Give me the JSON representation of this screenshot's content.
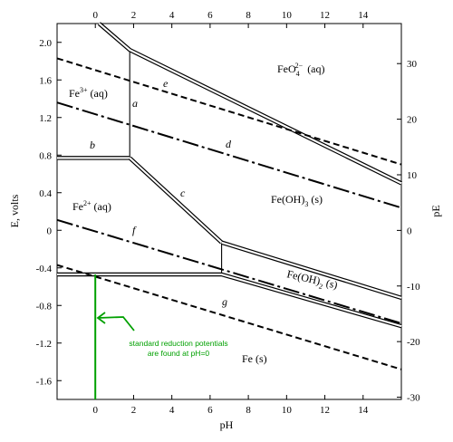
{
  "chart_data": {
    "type": "line",
    "xlabel": "pH",
    "ylabel": "E, volts",
    "y2label": "pE",
    "xlim": [
      -2,
      16
    ],
    "ylim": [
      -1.8,
      2.2
    ],
    "y2lim": [
      -30.4,
      37.2
    ],
    "x_ticks": [
      0,
      2,
      4,
      6,
      8,
      10,
      12,
      14
    ],
    "y_ticks": [
      2.0,
      1.6,
      1.2,
      0.8,
      0.4,
      0,
      -0.4,
      -0.8,
      -1.2,
      -1.6
    ],
    "y2_ticks": [
      30,
      20,
      10,
      0,
      -10,
      -20,
      -30
    ],
    "x_tick_labels": [
      "0",
      "2",
      "4",
      "6",
      "8",
      "10",
      "12",
      "14"
    ],
    "y_tick_labels": [
      "2.0",
      "1.6",
      "1.2",
      "0.8",
      "0.4",
      "0",
      "-0.4",
      "-0.8",
      "-1.2",
      "-1.6"
    ],
    "y2_tick_labels": [
      "30",
      "20",
      "10",
      "0",
      "-10",
      "-20",
      "-30"
    ],
    "boundaries": [
      {
        "id": "a",
        "style": "solid-single",
        "points": [
          [
            1.8,
            0.77
          ],
          [
            1.8,
            1.92
          ]
        ]
      },
      {
        "id": "b",
        "style": "double",
        "points": [
          [
            -2,
            0.77
          ],
          [
            1.8,
            0.77
          ]
        ]
      },
      {
        "id": "c",
        "style": "double",
        "points": [
          [
            1.8,
            0.77
          ],
          [
            6.6,
            -0.13
          ]
        ]
      },
      {
        "id": "FeO4-upper",
        "style": "double",
        "points": [
          [
            0.2,
            2.2
          ],
          [
            1.8,
            1.92
          ],
          [
            16,
            0.5
          ]
        ]
      },
      {
        "id": "FeII-FeOH2",
        "style": "solid-single",
        "points": [
          [
            6.6,
            -0.13
          ],
          [
            6.6,
            -0.47
          ]
        ]
      },
      {
        "id": "FeOH3-FeOH2",
        "style": "double",
        "points": [
          [
            6.6,
            -0.13
          ],
          [
            16,
            -0.72
          ]
        ]
      },
      {
        "id": "Fe-lower",
        "style": "double",
        "points": [
          [
            -2,
            -0.47
          ],
          [
            6.6,
            -0.47
          ],
          [
            16,
            -1.02
          ]
        ]
      },
      {
        "id": "e",
        "style": "short-dash",
        "points": [
          [
            -2,
            1.83
          ],
          [
            16,
            0.7
          ]
        ]
      },
      {
        "id": "d",
        "style": "long-dash-dot",
        "points": [
          [
            -2,
            1.36
          ],
          [
            16,
            0.24
          ]
        ]
      },
      {
        "id": "f",
        "style": "long-dash-dot",
        "points": [
          [
            -2,
            0.11
          ],
          [
            16,
            -0.99
          ]
        ]
      },
      {
        "id": "g",
        "style": "short-dash",
        "points": [
          [
            -2,
            -0.37
          ],
          [
            16,
            -1.48
          ]
        ]
      },
      {
        "id": "pH0-marker",
        "style": "green",
        "points": [
          [
            0,
            -0.47
          ],
          [
            0,
            -1.8
          ]
        ]
      }
    ],
    "region_labels": {
      "fe3": "Fe",
      "fe3_sup": "3+",
      "fe3_tail": "(aq)",
      "feo4": "FeO",
      "feo4_sub": "4",
      "feo4_sup": "2−",
      "feo4_tail": "(aq)",
      "fe2": "Fe",
      "fe2_sup": "2+",
      "fe2_tail": "(aq)",
      "feoh3": "Fe(OH)",
      "feoh3_sub": "3",
      "feoh3_tail": "(s)",
      "feoh2": "Fe(OH)",
      "feoh2_sub": "2",
      "feoh2_tail": "(s)",
      "fe": "Fe (s)"
    },
    "segment_labels": [
      "a",
      "b",
      "c",
      "d",
      "e",
      "f",
      "g"
    ],
    "annotation": {
      "line1": "standard reduction potentials",
      "line2": "are found at pH=0",
      "color": "#00a000"
    },
    "grid": false
  }
}
